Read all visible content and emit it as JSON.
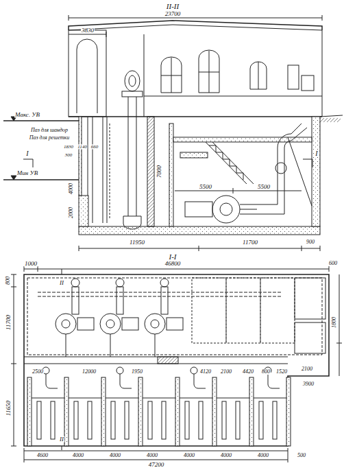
{
  "diagram": {
    "labels": [
      "II-II",
      "23700",
      "3830",
      "Макс. УВ",
      "Паз для шандор",
      "Паз для решетки",
      "I",
      "1830",
      "1140",
      "660",
      "300",
      "7000",
      "Мин УВ",
      "4000",
      "2000",
      "5500",
      "5500",
      "11950",
      "11700",
      "900",
      "I",
      "I-I",
      "1000",
      "46800",
      "600",
      "800",
      "11700",
      "11650",
      "2500",
      "12000",
      "1950",
      "4120",
      "2100",
      "4420",
      "800",
      "1520",
      "2100",
      "3900",
      "1800",
      "II",
      "II",
      "4600",
      "4000",
      "4000",
      "4000",
      "4000",
      "4000",
      "4000",
      "500",
      "47200"
    ]
  }
}
